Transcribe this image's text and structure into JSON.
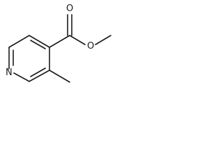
{
  "molecule": {
    "atoms": {
      "carbonyl_oxygen": "O",
      "ester_oxygen": "O",
      "ring_nitrogen": "N"
    },
    "colors": {
      "bond": "#1a1a1a",
      "label": "#1a1a1a",
      "background": "#ffffff"
    }
  }
}
